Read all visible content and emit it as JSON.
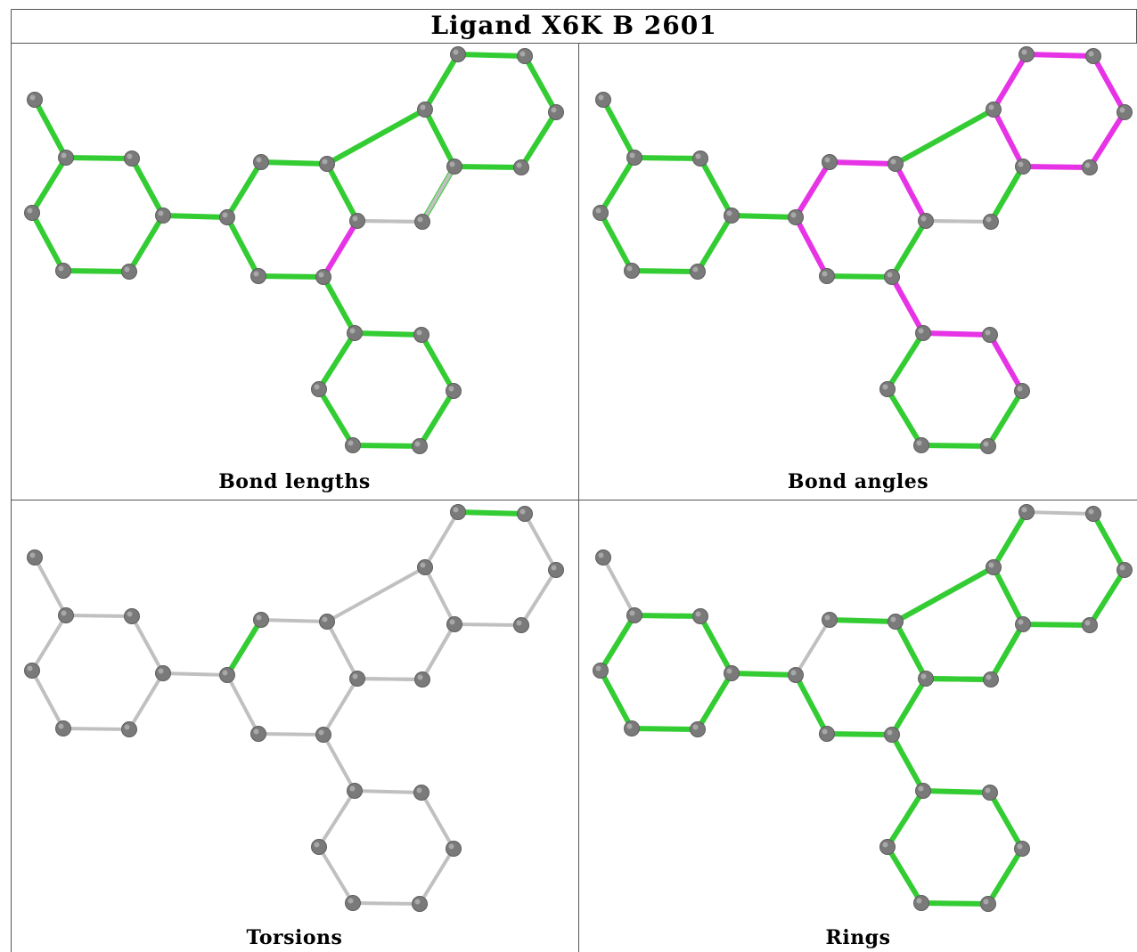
{
  "title": "Ligand X6K B 2601",
  "colors": {
    "good": "#33cc33",
    "outlier": "#e633e6",
    "neutral": "#c0c0c0",
    "atom": "#7a7a7a"
  },
  "panels": [
    {
      "label": "Bond lengths",
      "bonds": [
        "g",
        "g",
        "g",
        "g",
        "g",
        "g",
        "g",
        "g",
        "g",
        "g",
        "g",
        "m",
        "g",
        "g",
        "g",
        "g",
        "g",
        "g",
        "g",
        "g",
        "g",
        "g",
        "g",
        "g",
        "g",
        "g",
        "g",
        "g",
        "g",
        "n",
        "n",
        "n"
      ]
    },
    {
      "label": "Bond angles",
      "bonds": [
        "g",
        "g",
        "g",
        "g",
        "g",
        "g",
        "g",
        "g",
        "m",
        "m",
        "m",
        "g",
        "g",
        "m",
        "g",
        "m",
        "m",
        "m",
        "m",
        "m",
        "m",
        "m",
        "m",
        "m",
        "g",
        "g",
        "g",
        "g",
        "g",
        "n",
        "n",
        "g"
      ]
    },
    {
      "label": "Torsions",
      "bonds": [
        "n",
        "n",
        "n",
        "n",
        "n",
        "n",
        "n",
        "n",
        "g",
        "n",
        "n",
        "n",
        "n",
        "n",
        "n",
        "n",
        "g",
        "n",
        "n",
        "n",
        "n",
        "n",
        "n",
        "n",
        "n",
        "n",
        "n",
        "n",
        "n",
        "n",
        "n",
        "n"
      ]
    },
    {
      "label": "Rings",
      "bonds": [
        "n",
        "g",
        "g",
        "g",
        "g",
        "g",
        "g",
        "g",
        "n",
        "g",
        "g",
        "g",
        "g",
        "g",
        "g",
        "g",
        "n",
        "g",
        "g",
        "g",
        "g",
        "g",
        "g",
        "g",
        "g",
        "g",
        "g",
        "g",
        "g",
        "g",
        "g",
        "g"
      ]
    }
  ]
}
